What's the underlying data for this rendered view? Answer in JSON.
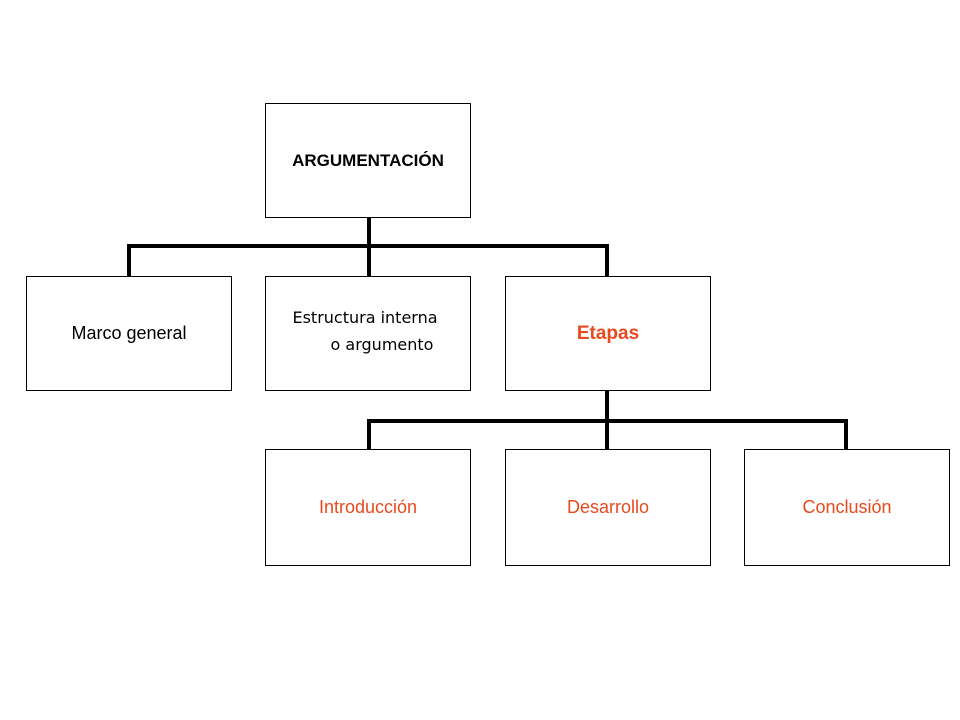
{
  "diagram": {
    "root": {
      "label": "ARGUMENTACIÓN"
    },
    "level1": {
      "marco": "Marco general",
      "estructura_line1": "Estructura interna",
      "estructura_line2": "o argumento",
      "etapas": "Etapas"
    },
    "level2": {
      "introduccion": "Introducción",
      "desarrollo": "Desarrollo",
      "conclusion": "Conclusión"
    }
  },
  "colors": {
    "accent": "#e8491d",
    "text": "#000000",
    "border": "#000000",
    "connector": "#000000"
  }
}
